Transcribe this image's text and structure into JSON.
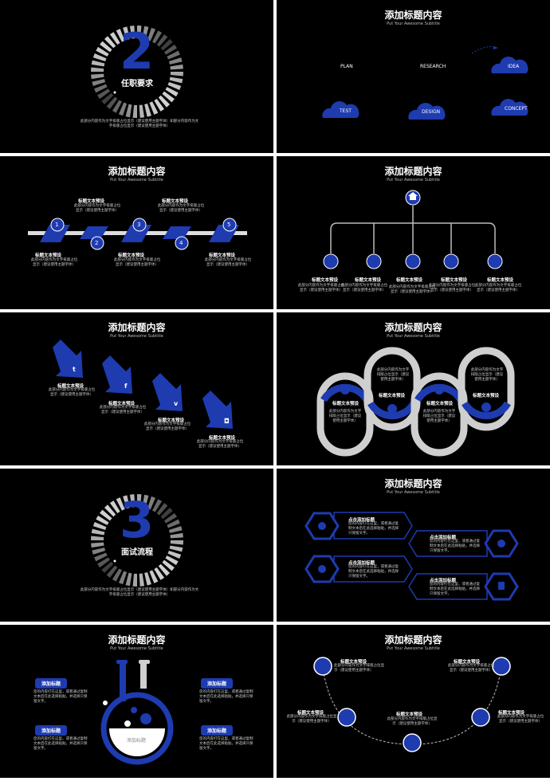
{
  "colors": {
    "accent": "#1e3bb0",
    "bg": "#000000",
    "light": "#cfcfcf"
  },
  "common": {
    "title": "添加标题内容",
    "subtitle": "Put Your Awesome Subtitle",
    "heading": "标题文本预设",
    "desc": "此部分内容作为文字排版占位显示（建议使用主题字体）",
    "desc_short": "此部分内容作为文字排版占位显示",
    "hint": "（建议使用主题字体）"
  },
  "s1": {
    "number": "2",
    "label": "任职要求",
    "text": "此部分内容作为文字排版占位显示（建议使用主题字体）如部分内容作为文字排版占位显示（建议使用主题字体）"
  },
  "s2": {
    "clouds": [
      "PLAN",
      "RESEARCH",
      "IDEA",
      "TEST",
      "DESIGN",
      "CONCEPT"
    ]
  },
  "s3": {
    "steps": [
      "1",
      "2",
      "3",
      "4",
      "5"
    ]
  },
  "s5": {
    "icons": [
      "twitter-icon",
      "facebook-icon",
      "vimeo-icon",
      "instagram-icon"
    ]
  },
  "s7": {
    "number": "3",
    "label": "面试流程",
    "text": "此部分内容作为文字排版占位显示（建议使用主题字体）如部分内容作为文字排版占位显示（建议使用主题字体）"
  },
  "s8": {
    "click": "点击添加标题",
    "body": "您的内容打在这里，或者通过复制文本后在此选择粘贴，并选择只保留文字。"
  },
  "s9": {
    "badge": "添加标题",
    "flask": "添加标题",
    "body": "您的内容打在这里，或者通过复制文本后在此选择粘贴，并选择只保留文字。"
  }
}
